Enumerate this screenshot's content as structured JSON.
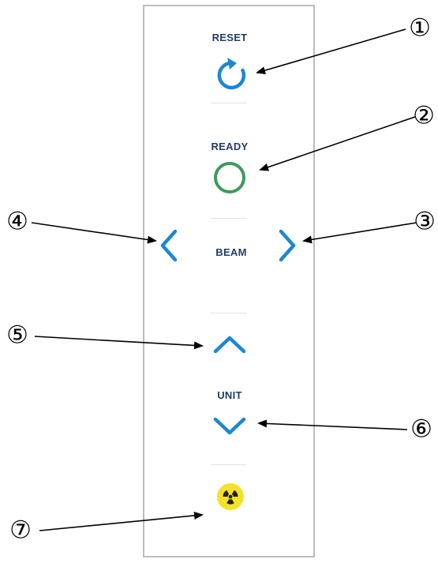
{
  "panel": {
    "reset_label": "RESET",
    "ready_label": "READY",
    "beam_label": "BEAM",
    "unit_label": "UNIT"
  },
  "callouts": [
    "①",
    "②",
    "③",
    "④",
    "⑤",
    "⑥",
    "⑦"
  ],
  "icons": {
    "reset": "refresh-icon",
    "ready": "circle-icon",
    "beam_prev": "chevron-left-icon",
    "beam_next": "chevron-right-icon",
    "unit_up": "chevron-up-icon",
    "unit_down": "chevron-down-icon",
    "radiation": "radiation-icon"
  },
  "colors": {
    "accent_blue": "#1d87d2",
    "ready_green": "#3e9a5a",
    "label_navy": "#1f3f66",
    "radiation_yellow": "#f4e22a"
  }
}
